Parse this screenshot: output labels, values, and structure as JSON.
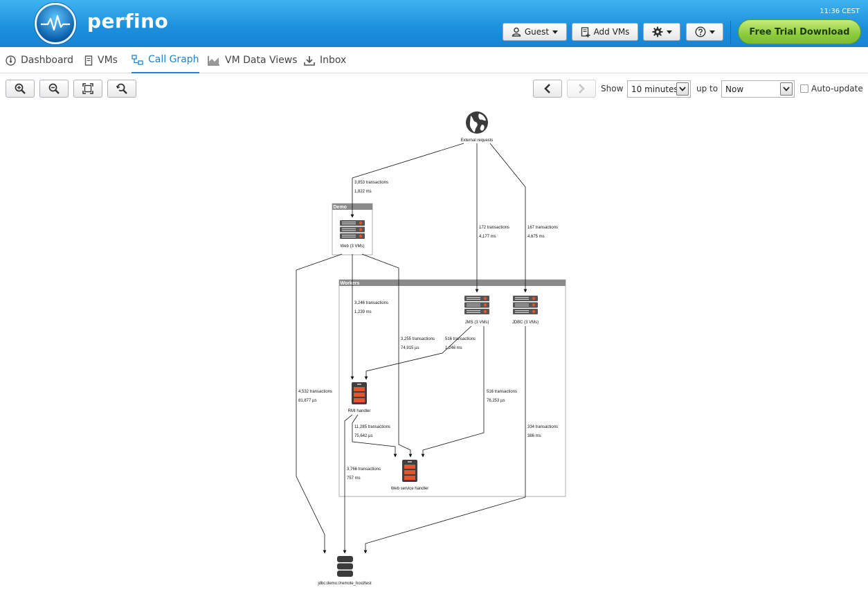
{
  "app": {
    "brand": "perfino",
    "clock": "11:36 CEST"
  },
  "header": {
    "guest_label": "Guest",
    "add_vms_label": "Add VMs",
    "trial_label": "Free Trial Download"
  },
  "nav": {
    "tabs": [
      {
        "label": "Dashboard",
        "icon": "dashboard-icon"
      },
      {
        "label": "VMs",
        "icon": "server-icon"
      },
      {
        "label": "Call Graph",
        "icon": "call-graph-icon",
        "active": true
      },
      {
        "label": "VM Data Views",
        "icon": "chart-icon"
      },
      {
        "label": "Inbox",
        "icon": "download-icon"
      }
    ]
  },
  "toolbar": {
    "show_label": "Show",
    "show_value": "10 minutes",
    "upto_label": "up to",
    "upto_value": "Now",
    "auto_update_label": "Auto-update",
    "auto_update_checked": false
  },
  "graph": {
    "groups": [
      {
        "id": "demo",
        "title": "Demo"
      },
      {
        "id": "workers",
        "title": "Workers"
      }
    ],
    "nodes": [
      {
        "id": "external",
        "label": "External requests",
        "kind": "globe"
      },
      {
        "id": "web",
        "label": "Web (3 VMs)",
        "kind": "vm-cluster"
      },
      {
        "id": "jms",
        "label": "JMS (3 VMs)",
        "kind": "vm-cluster"
      },
      {
        "id": "jdbc-vms",
        "label": "JDBC (3 VMs)",
        "kind": "vm-cluster"
      },
      {
        "id": "rmi",
        "label": "RMI handler",
        "kind": "handler"
      },
      {
        "id": "ws",
        "label": "Web service handler",
        "kind": "handler"
      },
      {
        "id": "db",
        "label": "jdbc:demo://remote_host/test",
        "kind": "database"
      }
    ],
    "edges": [
      {
        "from": "external",
        "to": "web",
        "transactions": "3,853 transactions",
        "time": "1,822 ms"
      },
      {
        "from": "external",
        "to": "jms",
        "transactions": "172 transactions",
        "time": "4,177 ms"
      },
      {
        "from": "external",
        "to": "jdbc-vms",
        "transactions": "167 transactions",
        "time": "4,675 ms"
      },
      {
        "from": "web",
        "to": "rmi",
        "transactions": "3,246 transactions",
        "time": "1,239 ms"
      },
      {
        "from": "web",
        "to": "ws",
        "transactions": "3,255 transactions",
        "time": "74,915 µs"
      },
      {
        "from": "jms",
        "to": "rmi",
        "transactions": "516 transactions",
        "time": "1,246 ms"
      },
      {
        "from": "web",
        "to": "db",
        "transactions": "4,532 transactions",
        "time": "81,877 µs"
      },
      {
        "from": "jms",
        "to": "ws",
        "transactions": "516 transactions",
        "time": "76,253 µs"
      },
      {
        "from": "rmi",
        "to": "ws",
        "transactions": "11,285 transactions",
        "time": "75,642 µs"
      },
      {
        "from": "jdbc-vms",
        "to": "db",
        "transactions": "334 transactions",
        "time": "386 ms"
      },
      {
        "from": "rmi",
        "to": "db",
        "transactions": "3,766 transactions",
        "time": "757 ms"
      }
    ]
  },
  "colors": {
    "header_blue": "#1c8fdc",
    "active_tab": "#1b82d0",
    "trial_green": "#8ccc3c",
    "handler_orange": "#e8542a"
  }
}
